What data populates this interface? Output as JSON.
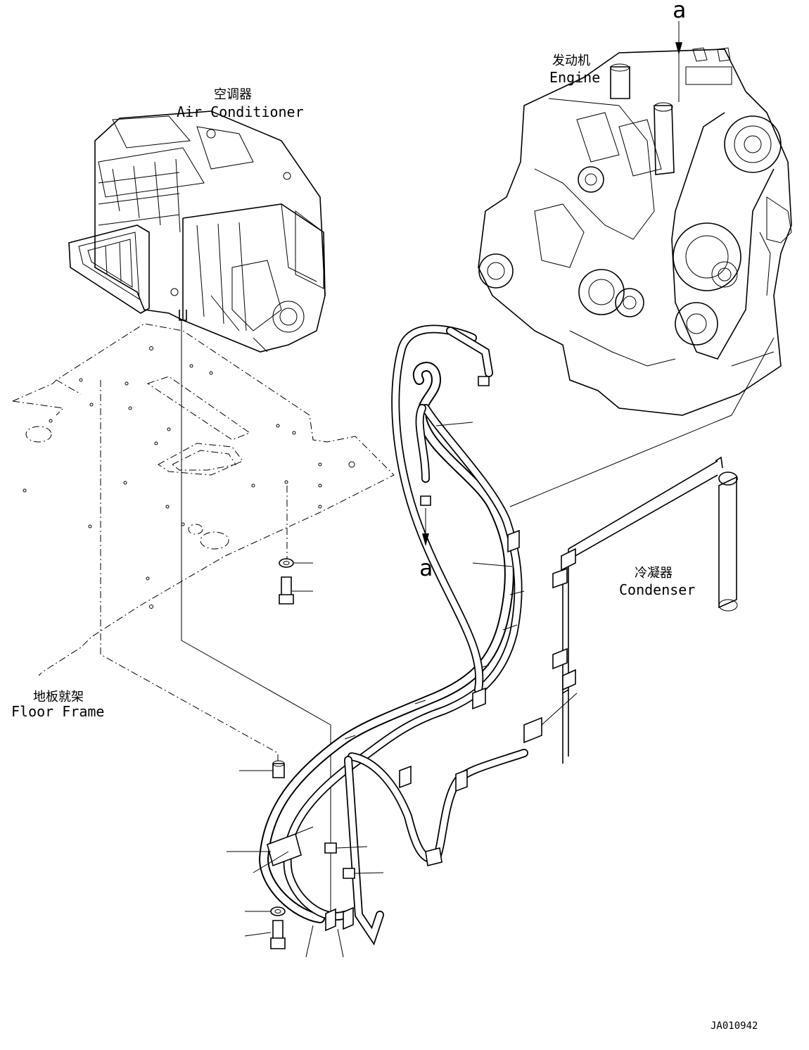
{
  "labels": {
    "air_conditioner_cn": "空调器",
    "air_conditioner_en": "Air Conditioner",
    "engine_cn": "发动机",
    "engine_en": "Engine",
    "condenser_cn": "冷凝器",
    "condenser_en": "Condenser",
    "floor_frame_cn": "地板就架",
    "floor_frame_en": "Floor Frame",
    "ref_top": "a",
    "ref_mid": "a",
    "drawing_id": "JA010942"
  }
}
